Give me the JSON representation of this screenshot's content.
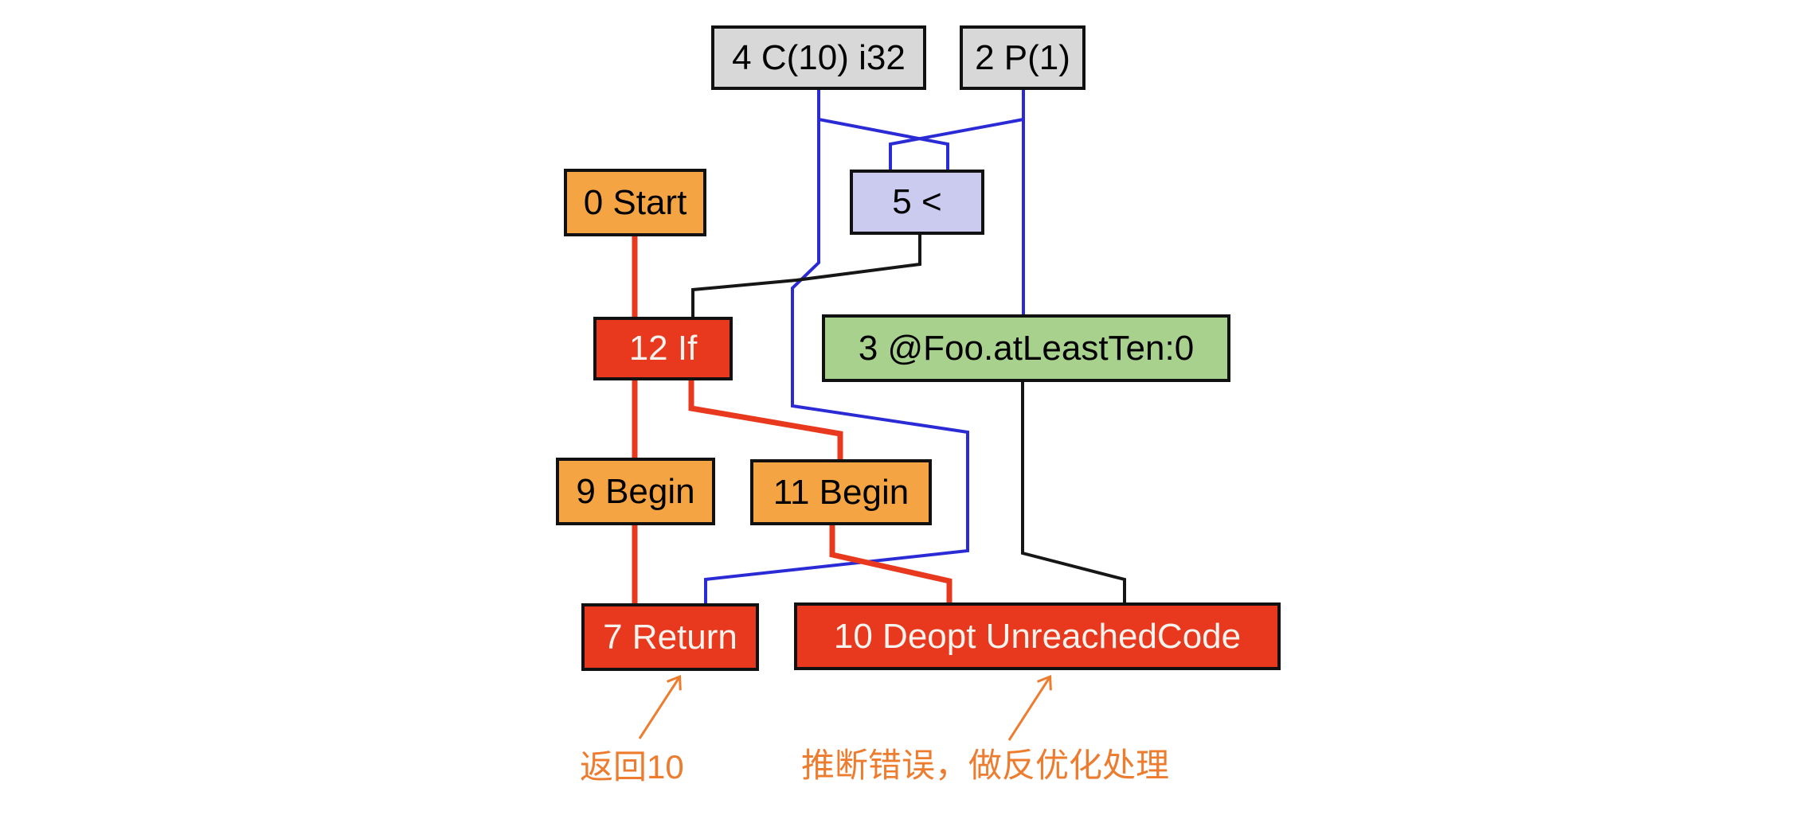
{
  "diagram": {
    "kind": "compiler-ir-node-graph",
    "background": "#ffffff"
  },
  "nodes": {
    "n4": {
      "label": "4 C(10) i32"
    },
    "n2": {
      "label": "2 P(1)"
    },
    "n0": {
      "label": "0 Start"
    },
    "n5": {
      "label": "5 <"
    },
    "n12": {
      "label": "12 If"
    },
    "n3": {
      "label": "3 @Foo.atLeastTen:0"
    },
    "n9": {
      "label": "9 Begin"
    },
    "n11": {
      "label": "11 Begin"
    },
    "n7": {
      "label": "7 Return"
    },
    "n10": {
      "label": "10 Deopt UnreachedCode"
    }
  },
  "edges": [
    {
      "from": "4 C(10) i32",
      "to": "5 <",
      "color": "#2b2bd6"
    },
    {
      "from": "2 P(1)",
      "to": "5 <",
      "color": "#2b2bd6"
    },
    {
      "from": "2 P(1)",
      "to": "3 @Foo.atLeastTen:0",
      "color": "#2b2bd6"
    },
    {
      "from": "4 C(10) i32",
      "to": "7 Return",
      "color": "#2b2bd6"
    },
    {
      "from": "5 <",
      "to": "12 If",
      "color": "#161616"
    },
    {
      "from": "3 @Foo.atLeastTen:0",
      "to": "10 Deopt UnreachedCode",
      "color": "#161616"
    },
    {
      "from": "0 Start",
      "to": "12 If",
      "color": "#e8391f"
    },
    {
      "from": "12 If",
      "to": "9 Begin",
      "color": "#e8391f"
    },
    {
      "from": "12 If",
      "to": "11 Begin",
      "color": "#e8391f"
    },
    {
      "from": "9 Begin",
      "to": "7 Return",
      "color": "#e8391f"
    },
    {
      "from": "11 Begin",
      "to": "10 Deopt UnreachedCode",
      "color": "#e8391f"
    }
  ],
  "annotations": {
    "return_note": "返回10",
    "deopt_note": "推断错误，做反优化处理"
  },
  "colors": {
    "constant_fill": "#d8d8d8",
    "control_fill": "#f5a443",
    "value_fill": "#cbcbef",
    "framestate_fill": "#a9d18e",
    "terminal_fill": "#e8391f",
    "node_border": "#111111",
    "edge_value": "#2b2bd6",
    "edge_control": "#e8391f",
    "edge_other": "#161616",
    "annotation_text": "#ed7c2f",
    "terminal_text": "#f6f3ee"
  }
}
